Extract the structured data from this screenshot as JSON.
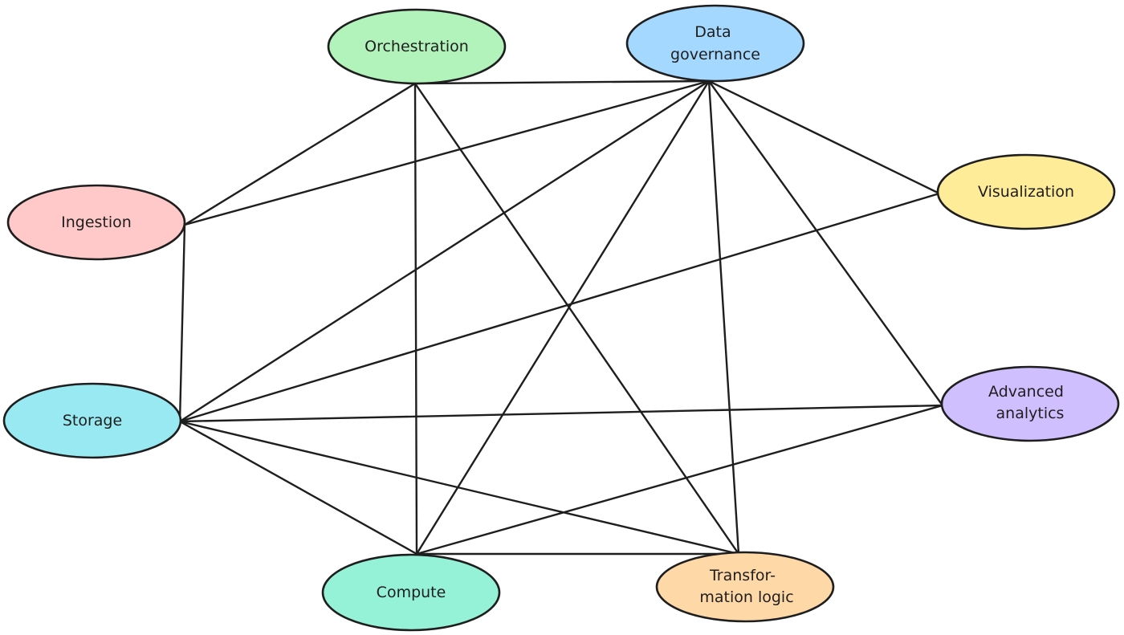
{
  "nodes": {
    "orchestration": {
      "lines": [
        "Orchestration"
      ],
      "color": "#b2f2bb"
    },
    "governance": {
      "lines": [
        "Data",
        "governance"
      ],
      "color": "#a5d8ff"
    },
    "ingestion": {
      "lines": [
        "Ingestion"
      ],
      "color": "#ffc9c9"
    },
    "visualization": {
      "lines": [
        "Visualization"
      ],
      "color": "#ffec99"
    },
    "storage": {
      "lines": [
        "Storage"
      ],
      "color": "#99e9f2"
    },
    "analytics": {
      "lines": [
        "Advanced",
        "analytics"
      ],
      "color": "#d0bfff"
    },
    "compute": {
      "lines": [
        "Compute"
      ],
      "color": "#96f2d7"
    },
    "transformation": {
      "lines": [
        "Transfor-",
        "mation logic"
      ],
      "color": "#ffd8a8"
    }
  },
  "edges": [
    [
      "orchestration",
      "governance"
    ],
    [
      "orchestration",
      "ingestion"
    ],
    [
      "orchestration",
      "compute"
    ],
    [
      "orchestration",
      "transformation"
    ],
    [
      "governance",
      "ingestion"
    ],
    [
      "governance",
      "storage"
    ],
    [
      "governance",
      "compute"
    ],
    [
      "governance",
      "transformation"
    ],
    [
      "governance",
      "visualization"
    ],
    [
      "governance",
      "analytics"
    ],
    [
      "ingestion",
      "storage"
    ],
    [
      "storage",
      "visualization"
    ],
    [
      "storage",
      "analytics"
    ],
    [
      "storage",
      "compute"
    ],
    [
      "storage",
      "transformation"
    ],
    [
      "compute",
      "transformation"
    ],
    [
      "compute",
      "analytics"
    ]
  ]
}
